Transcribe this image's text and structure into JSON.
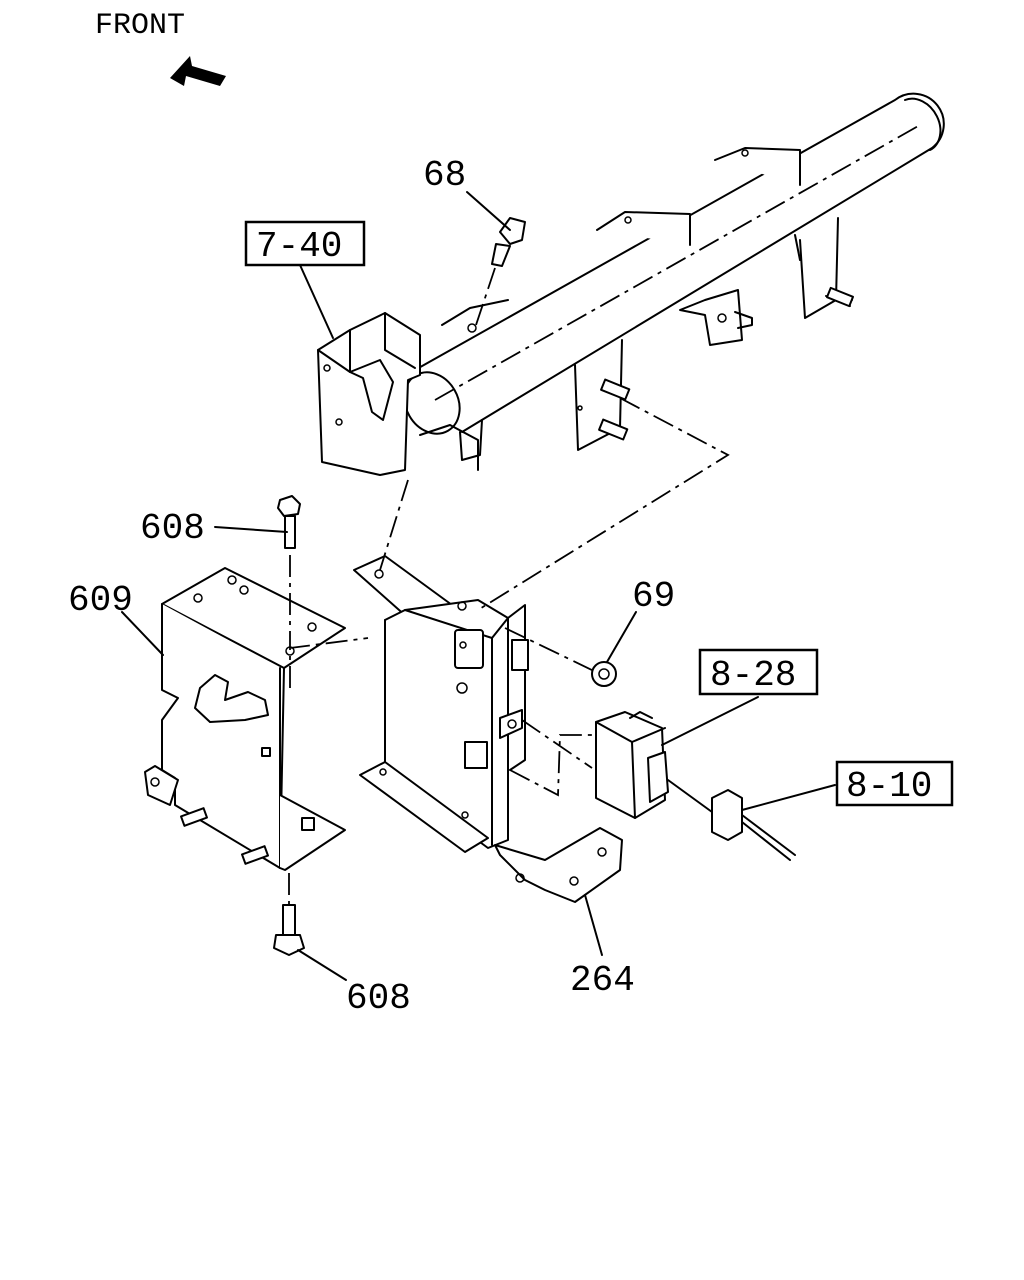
{
  "direction_label": "FRONT",
  "callouts": {
    "c68": "68",
    "c7_40": "7-40",
    "c608_top": "608",
    "c609": "609",
    "c69": "69",
    "c8_28": "8-28",
    "c8_10": "8-10",
    "c608_bottom": "608",
    "c264": "264"
  },
  "icons": {
    "front_arrow": "arrow-up-left-icon"
  }
}
